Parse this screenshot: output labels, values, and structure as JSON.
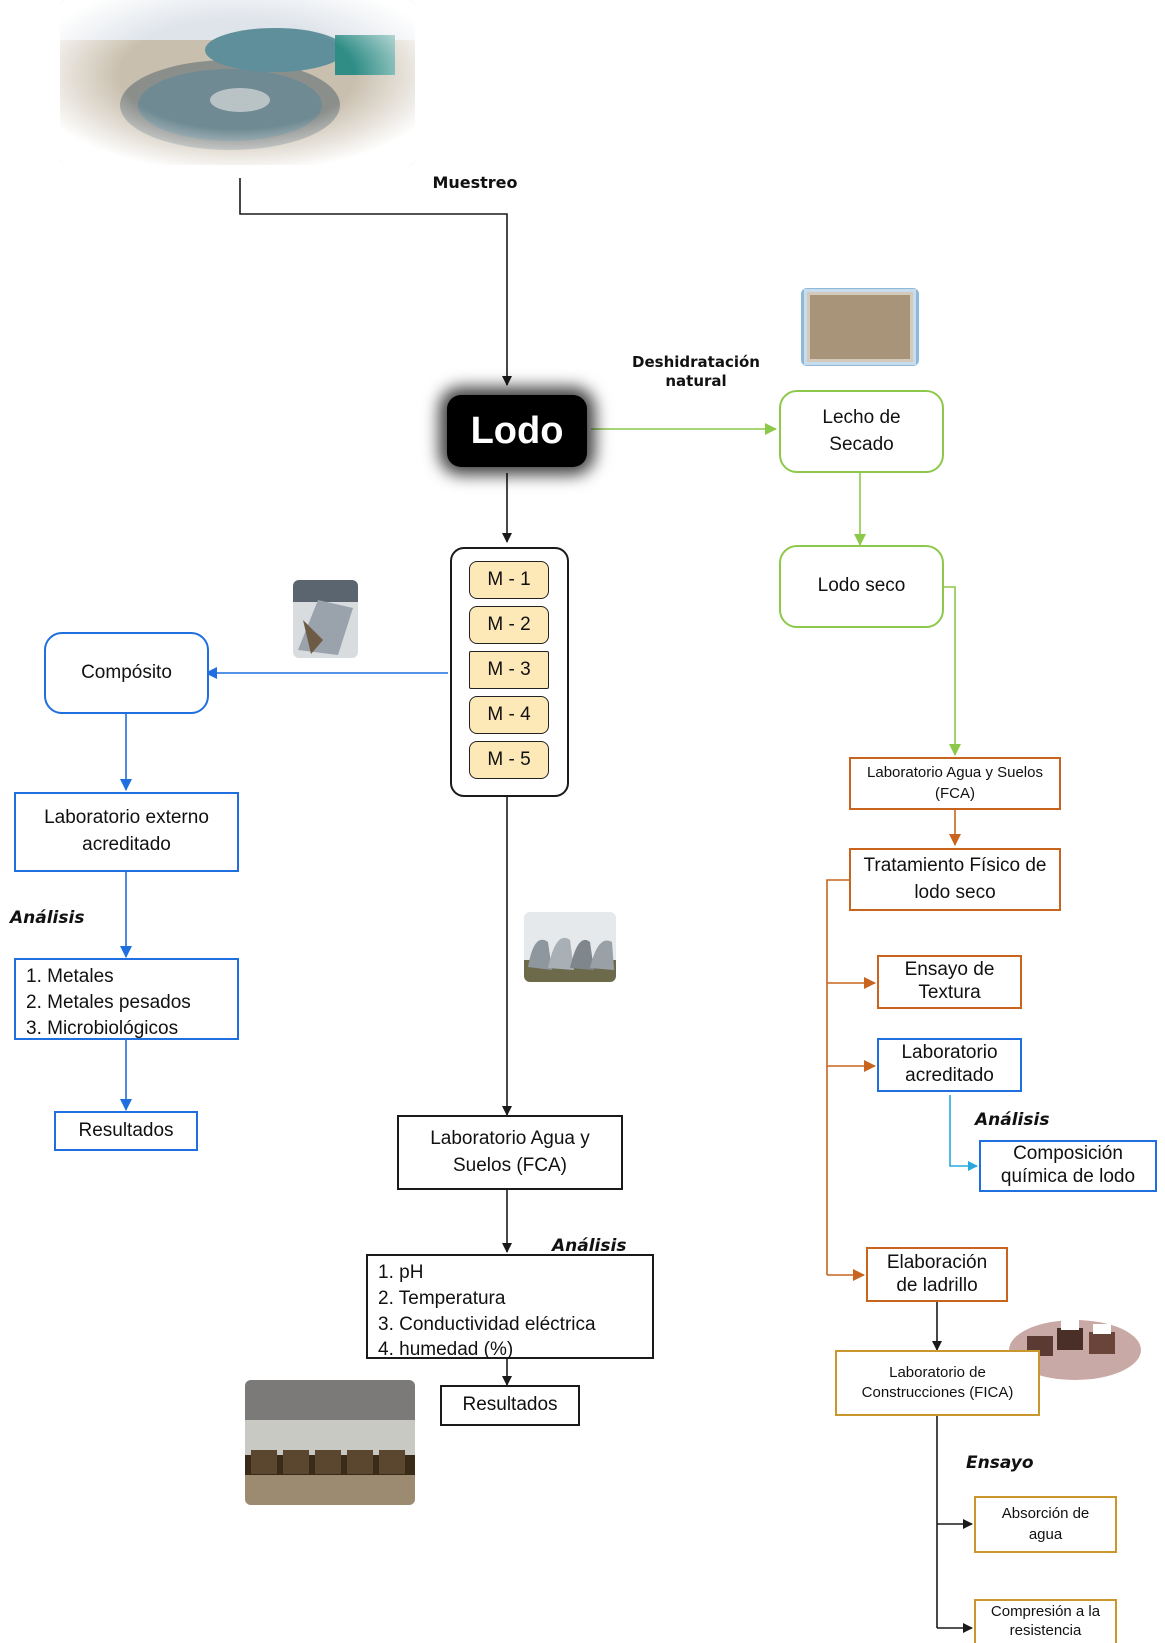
{
  "labels": {
    "muestreo": "Muestreo",
    "deshidratacion": "Deshidratación natural",
    "lodo": "Lodo",
    "analisis_left": "Análisis",
    "analisis_center": "Análisis",
    "analisis_right": "Análisis",
    "ensayo": "Ensayo"
  },
  "samples": [
    "M - 1",
    "M - 2",
    "M - 3",
    "M - 4",
    "M - 5"
  ],
  "nodes": {
    "lecho": "Lecho de Secado",
    "lodo_seco": "Lodo seco",
    "composito": "Compósito",
    "lab_externo": "Laboratorio externo acreditado",
    "resultados_left": "Resultados",
    "lab_agua_center": "Laboratorio Agua y Suelos (FCA)",
    "resultados_center": "Resultados",
    "lab_agua_right": "Laboratorio Agua y Suelos (FCA)",
    "tratamiento": "Tratamiento Físico de lodo seco",
    "textura": "Ensayo de Textura",
    "lab_acreditado": "Laboratorio acreditado",
    "composicion": "Composición química de lodo",
    "ladrillo": "Elaboración de ladrillo",
    "lab_construcciones": "Laboratorio de Construcciones (FICA)",
    "absorcion": "Absorción de agua",
    "compresion": "Compresión a la resistencia"
  },
  "lists": {
    "left": [
      "1. Metales",
      "2. Metales pesados",
      "3. Microbiológicos"
    ],
    "center": [
      "1. pH",
      "2. Temperatura",
      "3. Conductividad eléctrica",
      "4. humedad (%)"
    ]
  },
  "colors": {
    "black": "#1a1a1a",
    "blue": "#1f6fe0",
    "light_blue": "#29a8e0",
    "green": "#8cc94a",
    "orange": "#c8641e",
    "gold": "#c9972b",
    "sample_fill": "#fde8b8"
  }
}
